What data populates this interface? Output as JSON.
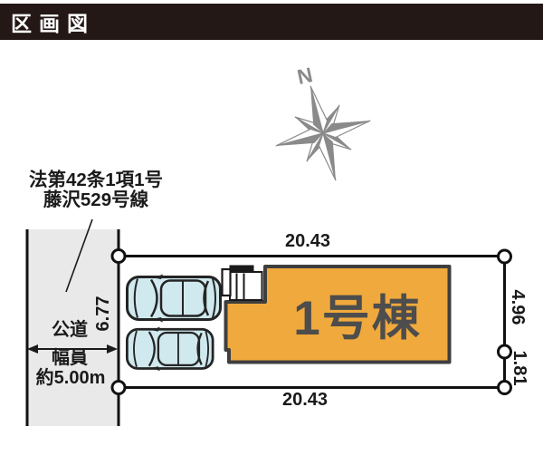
{
  "header": {
    "title": "区画図"
  },
  "road": {
    "law_line1": "法第42条1項1号",
    "law_line2": "藤沢529号線",
    "type_label": "公道",
    "width_label": "幅員",
    "width_value": "約5.00m"
  },
  "compass": {
    "north_label": "N"
  },
  "plot": {
    "dim_top": "20.43",
    "dim_bottom": "20.43",
    "dim_right_upper": "4.96",
    "dim_right_lower": "1.81",
    "dim_left": "6.77"
  },
  "building": {
    "label": "1号棟"
  },
  "parking": {
    "car_count": 2
  },
  "colors": {
    "header_bg": "#231815",
    "building_fill": "#F0A93C",
    "building_outline": "#3E3E3E",
    "building_text": "#4D4D4D",
    "road_fill": "#E9E9E9",
    "car_fill": "#CFE9EE",
    "compass_gray": "#8A8A8A",
    "line_black": "#111111"
  }
}
